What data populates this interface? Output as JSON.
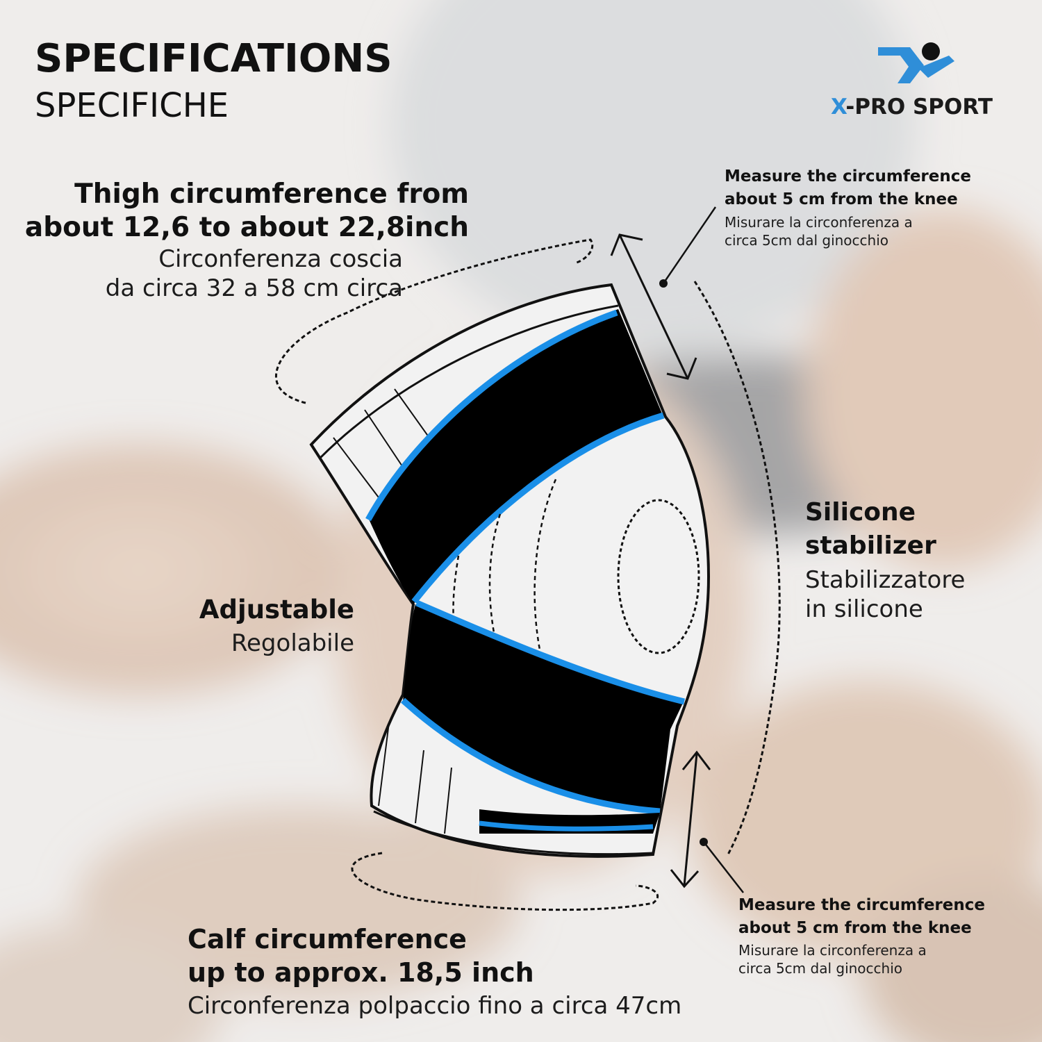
{
  "header": {
    "title": "SPECIFICATIONS",
    "subtitle": "SPECIFICHE"
  },
  "brand": {
    "name_prefix": "X",
    "name_rest": "-PRO SPORT",
    "accent_color": "#2f8ed8",
    "icon": "running-figure-logo-icon"
  },
  "thigh": {
    "line1": "Thigh circumference from",
    "line2": "about 12,6 to about 22,8inch",
    "it_line1": "Circonferenza coscia",
    "it_line2": "da circa 32 a 58 cm circa"
  },
  "measure_top": {
    "en_line1": "Measure the circumference",
    "en_line2": "about 5 cm from the knee",
    "it_line1": "Misurare la circonferenza a",
    "it_line2": "circa 5cm dal ginocchio"
  },
  "silicone": {
    "en_line1": "Silicone",
    "en_line2": "stabilizer",
    "it_line1": "Stabilizzatore",
    "it_line2": "in silicone"
  },
  "adjustable": {
    "en": "Adjustable",
    "it": "Regolabile"
  },
  "measure_bottom": {
    "en_line1": "Measure the circumference",
    "en_line2": "about 5 cm from the knee",
    "it_line1": "Misurare la circonferenza a",
    "it_line2": "circa 5cm dal ginocchio"
  },
  "calf": {
    "line1": "Calf circumference",
    "line2": "up to approx. 18,5 inch",
    "it": "Circonferenza polpaccio fino a circa 47cm"
  },
  "colors": {
    "strap": "#000000",
    "strap_edge": "#1a8fe8",
    "sleeve": "#f2f2f2"
  }
}
